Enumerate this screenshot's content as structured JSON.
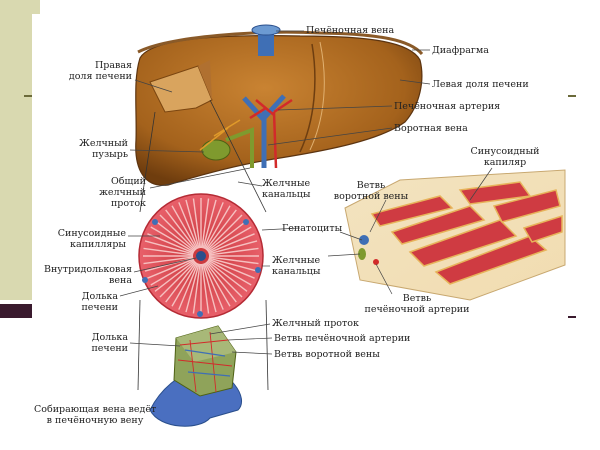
{
  "labels": {
    "hepatic_vein": "Печёночная вена",
    "diaphragm": "Диафрагма",
    "left_lobe": "Левая доля печени",
    "right_lobe_1": "Правая",
    "right_lobe_2": "доля печени",
    "hepatic_artery": "Печёночная артерия",
    "portal_vein": "Воротная вена",
    "gallbladder_1": "Желчный",
    "gallbladder_2": "пузырь",
    "common_duct_1": "Общий",
    "common_duct_2": "желчный",
    "common_duct_3": "проток",
    "bile_canals_1": "Желчные",
    "bile_canals_2": "канальцы",
    "portal_branch_1": "Ветвь",
    "portal_branch_2": "воротной вены",
    "sinusoid_cap_1": "Синусоидный",
    "sinusoid_cap_2": "капиляр",
    "hepatocytes": "Гепатоциты",
    "sinusoid_caps_1": "Синусоидные",
    "sinusoid_caps_2": "капилляры",
    "intralobular_1": "Внутридольковая",
    "intralobular_2": "вена",
    "lobule_1": "Долька",
    "lobule_2": "печени",
    "bile_canals_mid_1": "Желчные",
    "bile_canals_mid_2": "канальцы",
    "artery_branch_1": "Ветвь",
    "artery_branch_2": "печёночной артерии",
    "bile_duct": "Желчный проток",
    "artery_branch_low": "Ветвь  печёночной артерии",
    "portal_branch_low": "Ветвь воротной вены",
    "lobule_low_1": "Долька",
    "lobule_low_2": "печени",
    "collecting_1": "Собирающая вена ведёт",
    "collecting_2": "в печёночную вену"
  },
  "colors": {
    "liver": "#a8661e",
    "liver_dark": "#7a4510",
    "tissue": "#d9434a",
    "vein_blue": "#3f6fb5",
    "artery_red": "#d22a2a",
    "gallbladder": "#7f9a2e"
  }
}
